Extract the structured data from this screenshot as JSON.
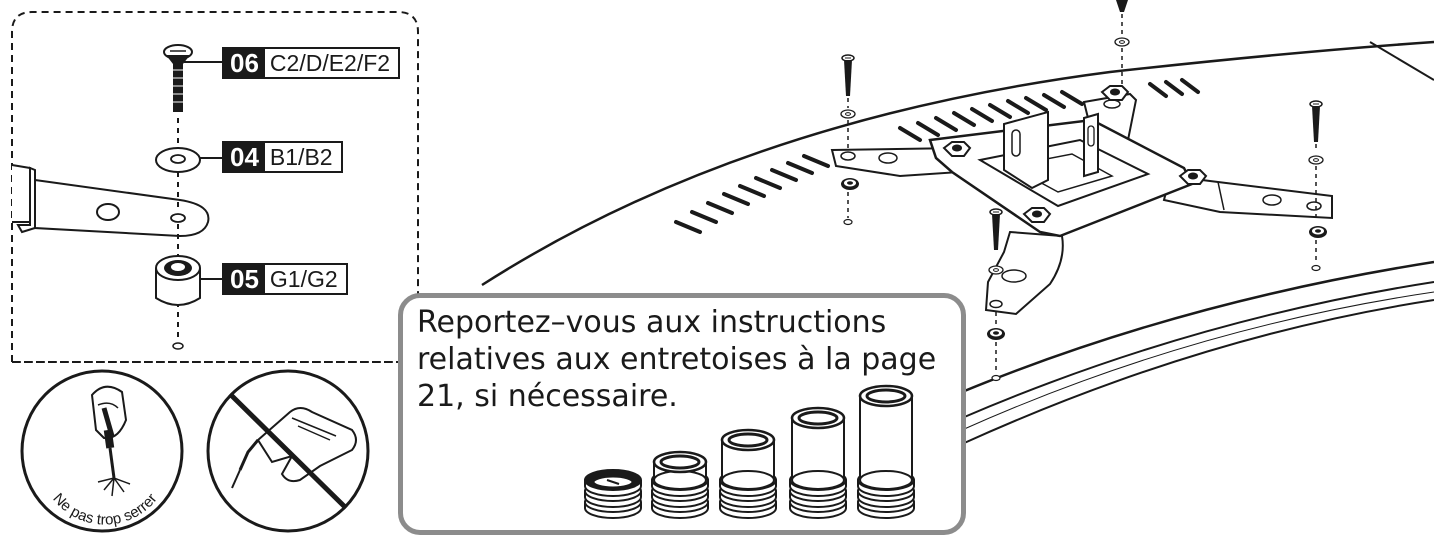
{
  "callouts": [
    {
      "number": "06",
      "parts": "C2/D/E2/F2"
    },
    {
      "number": "04",
      "parts": "B1/B2"
    },
    {
      "number": "05",
      "parts": "G1/G2"
    }
  ],
  "note": {
    "text": "Reportez–vous aux instructions relatives aux entretoises à la page 21, si nécessaire."
  },
  "warning": {
    "label": "Ne pas trop serrer"
  },
  "icons": {
    "ok": "screwdriver-icon",
    "forbidden": "power-drill-prohibited-icon"
  },
  "colors": {
    "line": "#1a1a1a",
    "note_border": "#8c8c8c"
  }
}
